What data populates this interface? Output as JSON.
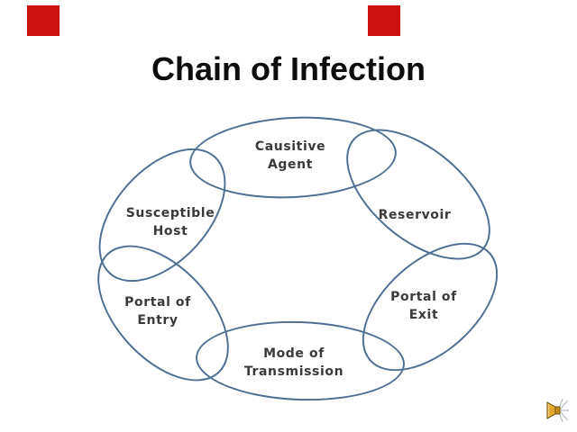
{
  "slide": {
    "title": "Chain of Infection"
  },
  "diagram": {
    "type": "cycle",
    "stroke_color": "#4e6f94",
    "label_color": "#3a3a3a",
    "nodes": [
      {
        "name": "causative-agent",
        "lines": [
          "Causitive",
          "Agent"
        ]
      },
      {
        "name": "reservoir",
        "lines": [
          "Reservoir",
          ""
        ]
      },
      {
        "name": "portal-of-exit",
        "lines": [
          "Portal of",
          "Exit"
        ]
      },
      {
        "name": "mode-of-transmission",
        "lines": [
          "Mode of",
          "Transmission"
        ]
      },
      {
        "name": "portal-of-entry",
        "lines": [
          "Portal of",
          "Entry"
        ]
      },
      {
        "name": "susceptible-host",
        "lines": [
          "Susceptible",
          "Host"
        ]
      }
    ]
  },
  "markers": {
    "color": "#cc1111"
  },
  "icons": {
    "audio": "speaker-icon",
    "audio_color": "#e3a52d"
  }
}
